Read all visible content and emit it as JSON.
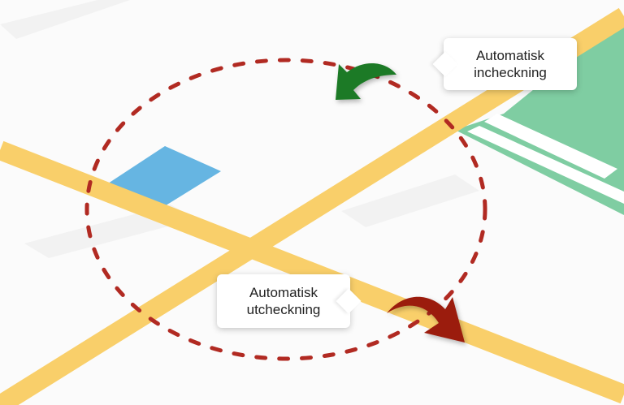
{
  "map": {
    "colors": {
      "background": "#fbfbfb",
      "road": "#f9cf6a",
      "park": "#7fcda2",
      "building": "#66b5e2",
      "geofence": "#b12a22",
      "checkin_arrow": "#1f7a25",
      "checkout_arrow": "#9b1b0c"
    },
    "icons": {
      "checkin": "curved-arrow-icon",
      "checkout": "curved-arrow-icon"
    }
  },
  "labels": {
    "checkin": {
      "line1": "Automatisk",
      "line2": "incheckning"
    },
    "checkout": {
      "line1": "Automatisk",
      "line2": "utcheckning"
    }
  }
}
